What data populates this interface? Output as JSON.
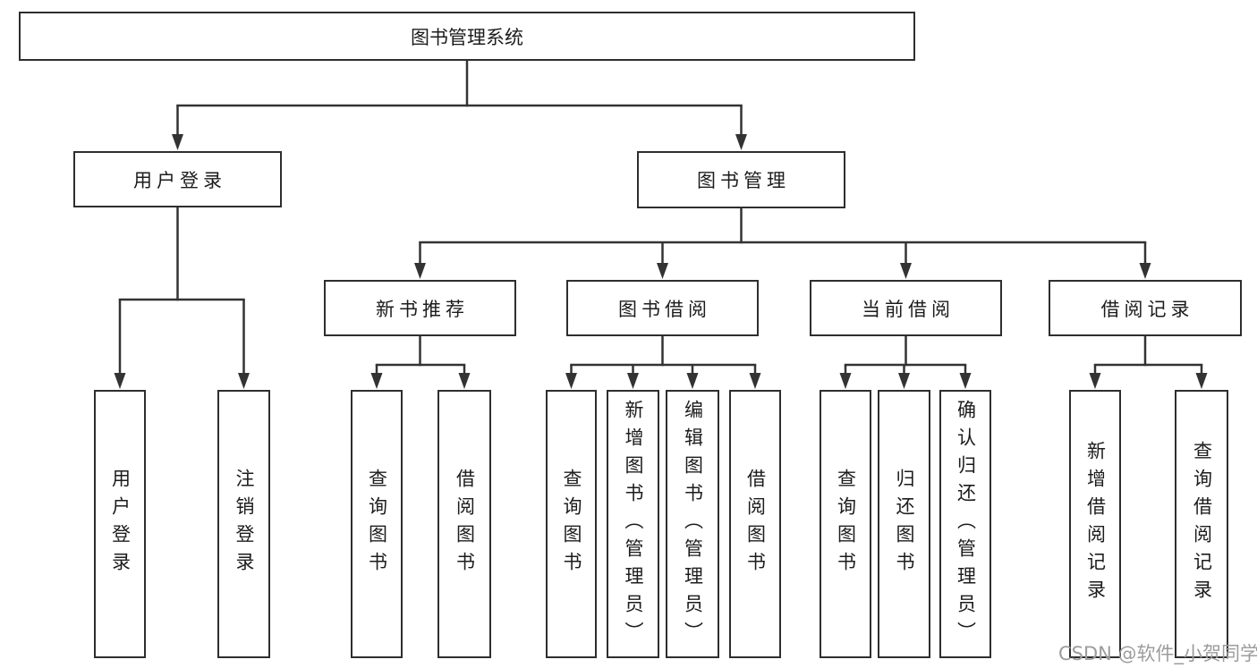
{
  "diagram": {
    "title": "图书管理系统",
    "nodes": {
      "root": "图书管理系统",
      "user_login_group": "用户登录",
      "book_management": "图书管理",
      "new_book_recommend": "新书推荐",
      "book_borrowing": "图书借阅",
      "current_borrowing": "当前借阅",
      "borrowing_records": "借阅记录",
      "leaf_user_login": "用户登录",
      "leaf_logout_login": "注销登录",
      "leaf_nbr_query_books": "查询图书",
      "leaf_nbr_borrow_books": "借阅图书",
      "leaf_bb_query_books": "查询图书",
      "leaf_bb_add_books_admin": "新增图书（管理员）",
      "leaf_bb_edit_books_admin": "编辑图书（管理员）",
      "leaf_bb_borrow_books": "借阅图书",
      "leaf_cb_query_books": "查询图书",
      "leaf_cb_return_books": "归还图书",
      "leaf_cb_confirm_return_admin": "确认归还（管理员）",
      "leaf_br_add_record": "新增借阅记录",
      "leaf_br_query_record": "查询借阅记录"
    },
    "hierarchy": {
      "root": [
        "user_login_group",
        "book_management"
      ],
      "user_login_group": [
        "leaf_user_login",
        "leaf_logout_login"
      ],
      "book_management": [
        "new_book_recommend",
        "book_borrowing",
        "current_borrowing",
        "borrowing_records"
      ],
      "new_book_recommend": [
        "leaf_nbr_query_books",
        "leaf_nbr_borrow_books"
      ],
      "book_borrowing": [
        "leaf_bb_query_books",
        "leaf_bb_add_books_admin",
        "leaf_bb_edit_books_admin",
        "leaf_bb_borrow_books"
      ],
      "current_borrowing": [
        "leaf_cb_query_books",
        "leaf_cb_return_books",
        "leaf_cb_confirm_return_admin"
      ],
      "borrowing_records": [
        "leaf_br_add_record",
        "leaf_br_query_record"
      ]
    },
    "colors": {
      "line": "#333333",
      "box_border": "#2e2e2e",
      "box_fill": "#ffffff",
      "text": "#1c1c1c",
      "watermark": "#9c9c9c"
    },
    "watermark": "CSDN @软件_小贺同学"
  }
}
